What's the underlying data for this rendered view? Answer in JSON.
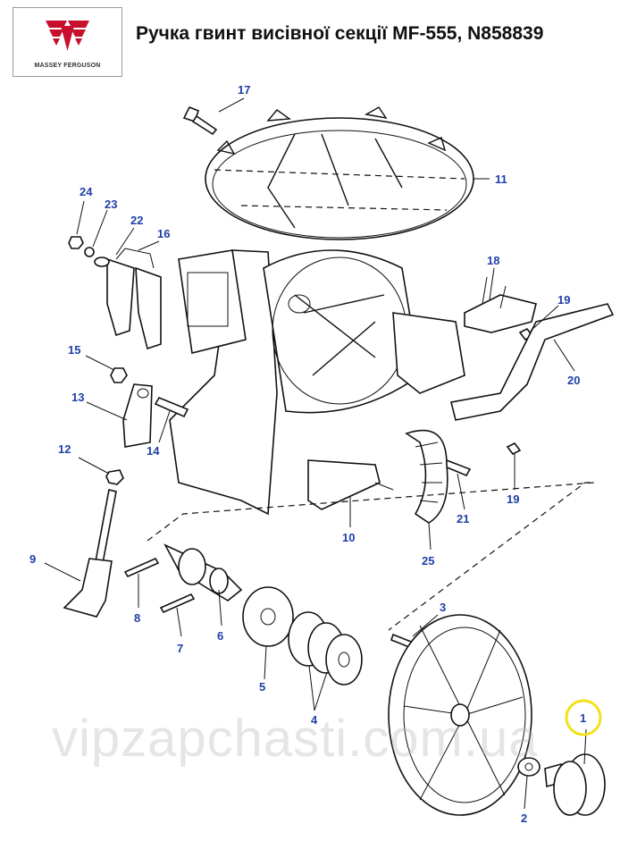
{
  "header": {
    "title": "Ручка гвинт висівної секції MF-555, N858839",
    "logo_text": "MASSEY FERGUSON"
  },
  "watermark": "vipzapchasti.com.ua",
  "highlight_color": "#f2e21a",
  "callout_color": "#1f3fa8",
  "callouts": {
    "c1": "1",
    "c2": "2",
    "c3": "3",
    "c4": "4",
    "c5": "5",
    "c6": "6",
    "c7": "7",
    "c8": "8",
    "c9": "9",
    "c10": "10",
    "c11": "11",
    "c12": "12",
    "c13": "13",
    "c14": "14",
    "c15": "15",
    "c16": "16",
    "c17": "17",
    "c18": "18",
    "c19a": "19",
    "c19b": "19",
    "c20": "20",
    "c21": "21",
    "c22": "22",
    "c23": "23",
    "c24": "24",
    "c25": "25"
  }
}
